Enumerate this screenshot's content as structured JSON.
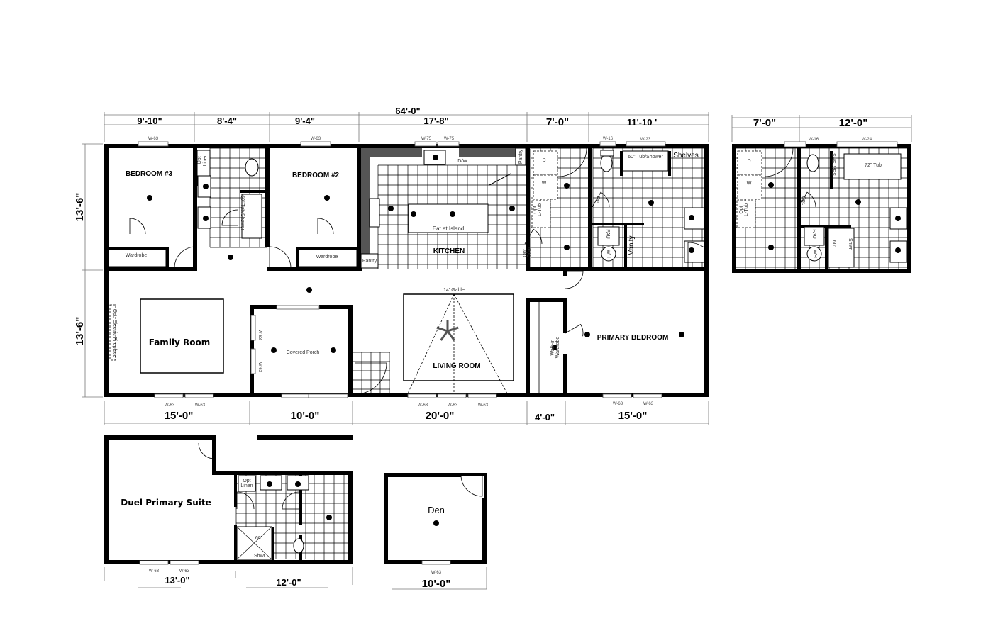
{
  "dimensions": {
    "overall_width": "64'-0\"",
    "top_segments": [
      "9'-10\"",
      "8'-4\"",
      "9'-4\"",
      "17'-8\"",
      "7'-0\"",
      "11'-10 '"
    ],
    "side_depths": [
      "13'-6\"",
      "13'-6\""
    ],
    "bottom_segments": [
      "15'-0\"",
      "10'-0\"",
      "20'-0\"",
      "4'-0\"",
      "15'-0\""
    ],
    "alt_bath_segments": [
      "7'-0\"",
      "12'-0\""
    ],
    "suite_segments": [
      "13'-0\"",
      "12'-0\""
    ],
    "den_width": "10'-0\""
  },
  "rooms": {
    "bedroom3": "BEDROOM #3",
    "bedroom2": "BEDROOM #2",
    "kitchen": "KITCHEN",
    "eat_at_island": "Eat at Island",
    "family_room": "Family Room",
    "covered_porch": "Covered Porch",
    "living_room": "LIVING ROOM",
    "gable": "14' Gable",
    "primary_bedroom": "PRIMARY BEDROOM",
    "walk_in_wardrobe": [
      "Walk-in",
      "Wardrobe"
    ],
    "duel_primary_suite": "Duel Primary Suite",
    "den": "Den"
  },
  "fixtures": {
    "wardrobe": "Wardrobe",
    "pantry": "Pantry",
    "opt_linen": [
      "Opt",
      "Linen"
    ],
    "tub_shower": "60\" Tub/Shower",
    "dw": "D/W",
    "shelves": "Shelves",
    "shelves_caps": "SHELVES",
    "vanity": "Vanity",
    "fau": "FAU",
    "wh": "WH",
    "dryer": "D",
    "washer": "W",
    "opt_l_tub": [
      "Opt",
      "L-Tub"
    ],
    "opt_door": [
      "Opt.",
      "Door"
    ],
    "opt": "Opt.",
    "opt_electric_fireplace": "Opt. Electric Fireplace",
    "tub_72": "72\" Tub",
    "shower": "Shwr",
    "shower_size": "60\""
  },
  "windows": {
    "w63": "W-63",
    "w75": "W-75",
    "w16": "W-16",
    "w23": "W-23",
    "w24": "W-24"
  }
}
